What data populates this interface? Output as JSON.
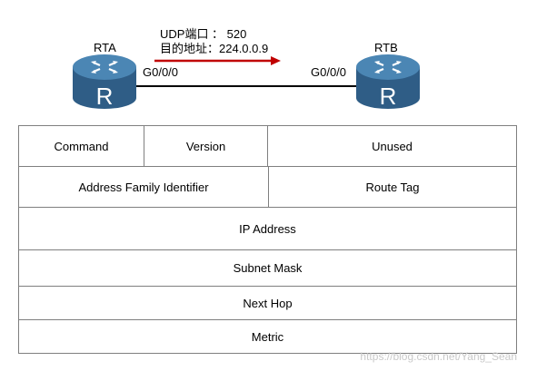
{
  "routers": [
    {
      "name": "RTA",
      "interface": "G0/0/0",
      "icon_letter": "R"
    },
    {
      "name": "RTB",
      "interface": "G0/0/0",
      "icon_letter": "R"
    }
  ],
  "annotation": {
    "line1": "UDP端口 ： 520",
    "line2": "目的地址：224.0.0.9"
  },
  "colors": {
    "router_body": "#2f5d86",
    "router_top": "#4b86b4",
    "arrow": "#c00000",
    "table_border": "#7f7f7f"
  },
  "packet_format": {
    "row1": [
      "Command",
      "Version",
      "Unused"
    ],
    "row2": [
      "Address Family Identifier",
      "Route Tag"
    ],
    "row3": "IP Address",
    "row4": "Subnet Mask",
    "row5": "Next Hop",
    "row6": "Metric"
  },
  "watermark": "https://blog.csdn.net/Yang_Sean"
}
